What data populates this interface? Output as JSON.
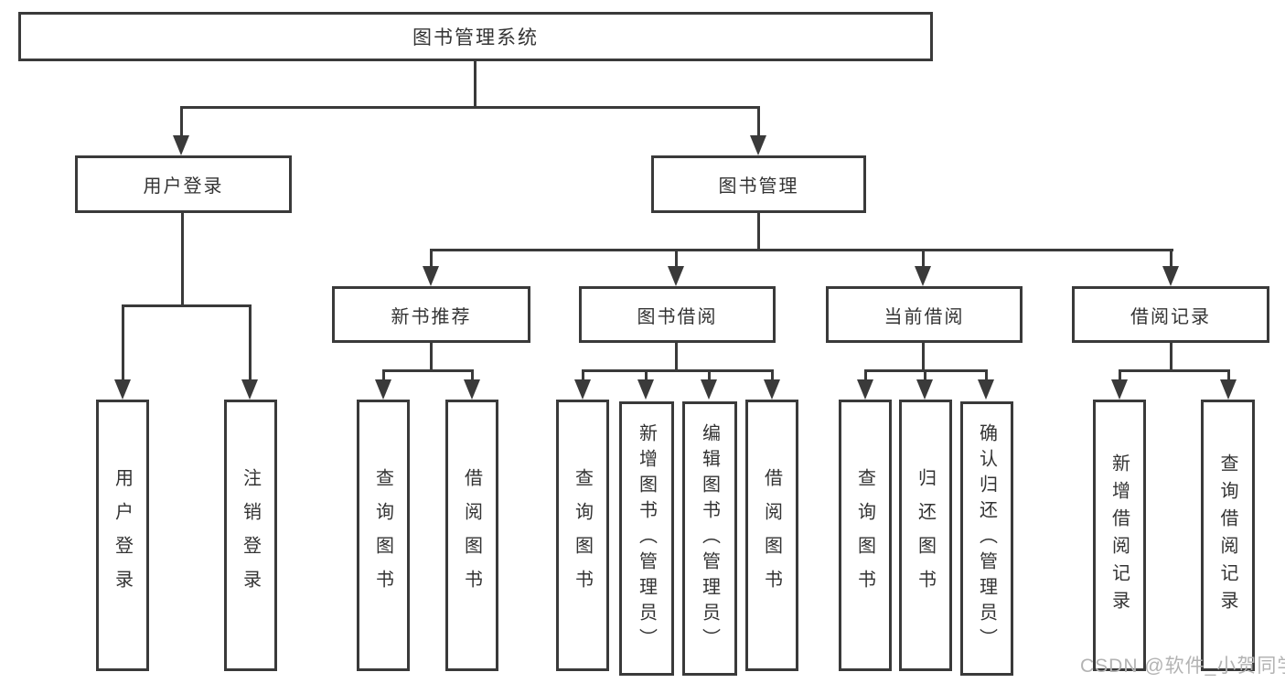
{
  "colors": {
    "line": "#3a3a3a",
    "box_border": "#3a3a3a",
    "text": "#333333",
    "background": "#ffffff",
    "watermark": "#b3b3b3"
  },
  "diagram": {
    "root": "图书管理系统",
    "level2": [
      "用户登录",
      "图书管理"
    ],
    "level3": [
      "新书推荐",
      "图书借阅",
      "当前借阅",
      "借阅记录"
    ],
    "leaves": {
      "login": [
        "用户登录",
        "注销登录"
      ],
      "new_book": [
        "查询图书",
        "借阅图书"
      ],
      "book_borrow": [
        "查询图书",
        "新增图书（管理员）",
        "编辑图书（管理员）",
        "借阅图书"
      ],
      "current_borrow": [
        "查询图书",
        "归还图书",
        "确认归还（管理员）"
      ],
      "borrow_records": [
        "新增借阅记录",
        "查询借阅记录"
      ]
    }
  },
  "watermark": "CSDN @软件_小贺同学"
}
